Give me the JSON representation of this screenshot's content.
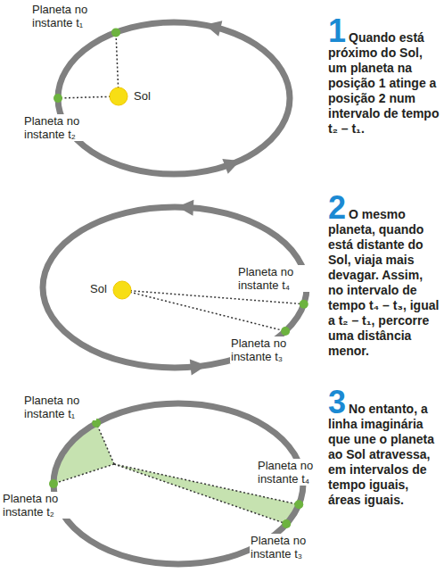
{
  "diagram": {
    "labels": [
      "Planeta no instante t₁",
      "Planeta no instante t₂",
      "Sol",
      "1",
      "Quando está próximo do Sol, um planeta na posição 1 atinge a posição 2 num intervalo de tempo t₂ – t₁.",
      "Sol",
      "Planeta no instante t₄",
      "Planeta no instante t₃",
      "2",
      "O mesmo planeta, quando está distante do Sol, viaja mais devagar. Assim, no intervalo de tempo t₄ – t₃, igual a t₂ – t₁, percorre uma distância menor.",
      "Planeta no instante t₁",
      "Planeta no instante t₂",
      "Planeta no instante t₄",
      "Planeta no instante t₃",
      "3",
      "No entanto, a linha imaginária que une o planeta ao Sol atravessa, em intervalos de tempo iguais, áreas iguais."
    ]
  }
}
